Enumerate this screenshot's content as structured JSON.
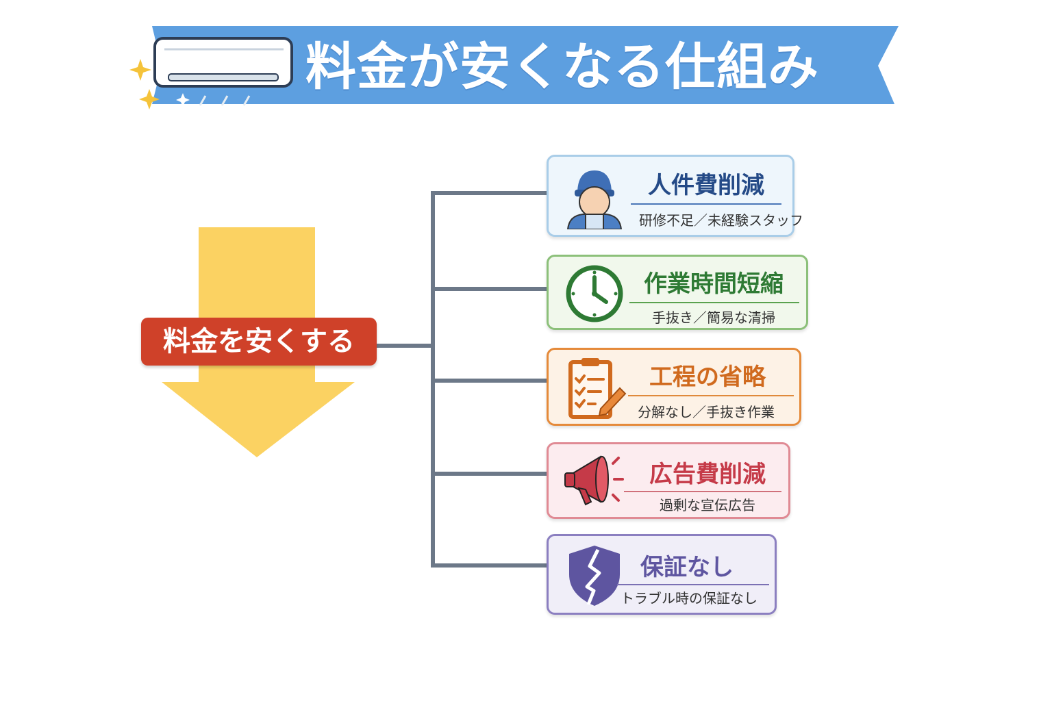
{
  "banner": {
    "title": "料金が安くなる仕組み",
    "colors": {
      "ribbon": "#5d9fe0",
      "text": "#ffffff",
      "sparkle": "#f5c33a"
    },
    "icons": [
      "air-conditioner-icon",
      "sparkle-icon"
    ]
  },
  "main": {
    "label": "料金を安くする",
    "colors": {
      "label_bg": "#cf4129",
      "arrow": "#fbd262",
      "connector": "#6c7888"
    },
    "arrow_icon": "down-arrow-icon"
  },
  "items": [
    {
      "title": "人件費削減",
      "subtitle": "研修不足／未経験スタッフ",
      "icon": "worker-icon",
      "colors": {
        "border": "#a9cde8",
        "bg": "#eef6fc",
        "title": "#244a87",
        "rule": "#4a76b8"
      }
    },
    {
      "title": "作業時間短縮",
      "subtitle": "手抜き／簡易な清掃",
      "icon": "clock-icon",
      "colors": {
        "border": "#8cc07a",
        "bg": "#f1f8ec",
        "title": "#2e7a34",
        "rule": "#5aa24f"
      }
    },
    {
      "title": "工程の省略",
      "subtitle": "分解なし／手抜き作業",
      "icon": "clipboard-icon",
      "colors": {
        "border": "#e58a3a",
        "bg": "#fdf2e6",
        "title": "#d06a1e",
        "rule": "#e08a3c"
      }
    },
    {
      "title": "広告費削減",
      "subtitle": "過剰な宣伝広告",
      "icon": "megaphone-icon",
      "colors": {
        "border": "#e08a94",
        "bg": "#fcecef",
        "title": "#c53a48",
        "rule": "#d0707a"
      }
    },
    {
      "title": "保証なし",
      "subtitle": "トラブル時の保証なし",
      "icon": "broken-shield-icon",
      "colors": {
        "border": "#8b7fc0",
        "bg": "#f0eef8",
        "title": "#5e55a0",
        "rule": "#7b70b4"
      }
    }
  ]
}
